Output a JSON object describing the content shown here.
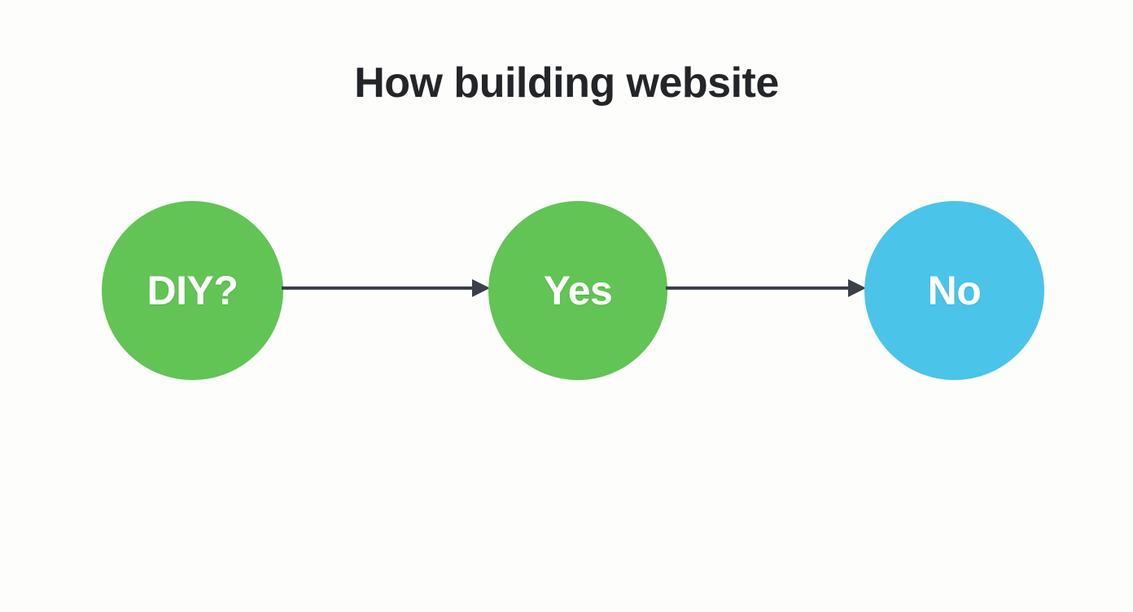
{
  "diagram": {
    "title": "How building website",
    "background_color": "#fdfdfc",
    "title_color": "#232528",
    "type": "flowchart",
    "nodes": [
      {
        "id": "diy",
        "label": "DIY?",
        "shape": "circle",
        "fill_color": "#62c455",
        "text_color": "#ffffff"
      },
      {
        "id": "yes",
        "label": "Yes",
        "shape": "circle",
        "fill_color": "#62c455",
        "text_color": "#ffffff"
      },
      {
        "id": "no",
        "label": "No",
        "shape": "circle",
        "fill_color": "#4bc4ea",
        "text_color": "#ffffff"
      }
    ],
    "edges": [
      {
        "id": "diy-to-yes",
        "from": "DIY?",
        "to": "Yes",
        "label": "",
        "color": "#3a4047",
        "arrowhead": "solid-triangle"
      },
      {
        "id": "yes-to-no",
        "from": "Yes",
        "to": "No",
        "label": "",
        "color": "#3a4047",
        "arrowhead": "solid-triangle"
      }
    ]
  }
}
